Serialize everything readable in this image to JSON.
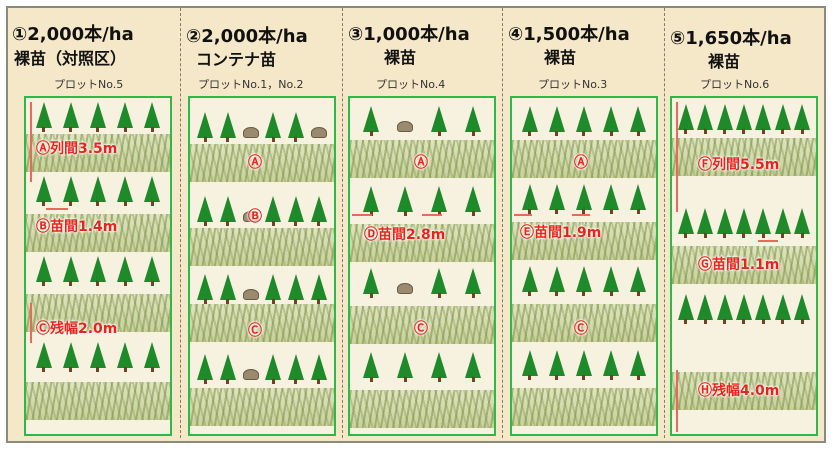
{
  "columns": [
    {
      "num": "①2,000本/ha",
      "type": "裸苗（対照区）",
      "plot": "プロットNo.5",
      "labels": [
        "Ⓐ列間3.5m",
        "Ⓑ苗間1.4m",
        "Ⓒ残幅2.0m"
      ]
    },
    {
      "num": "②2,000本/ha",
      "type": "コンテナ苗",
      "plot": "プロットNo.1，No.2",
      "labels": [
        "Ⓐ",
        "Ⓑ",
        "Ⓒ"
      ]
    },
    {
      "num": "③1,000本/ha",
      "type": "裸苗",
      "plot": "プロットNo.4",
      "labels": [
        "Ⓐ",
        "Ⓓ苗間2.8m",
        "Ⓒ"
      ]
    },
    {
      "num": "④1,500本/ha",
      "type": "裸苗",
      "plot": "プロットNo.3",
      "labels": [
        "Ⓐ",
        "Ⓔ苗間1.9m",
        "Ⓒ"
      ]
    },
    {
      "num": "⑤1,650本/ha",
      "type": "裸苗",
      "plot": "プロットNo.6",
      "labels": [
        "Ⓕ列間5.5m",
        "Ⓖ苗間1.1m",
        "Ⓗ残幅4.0m"
      ]
    }
  ],
  "colors": {
    "frame_bg": "#f5e8c8",
    "border": "#2db84a",
    "label": "#e8241a",
    "tree": "#1f8a2a"
  }
}
